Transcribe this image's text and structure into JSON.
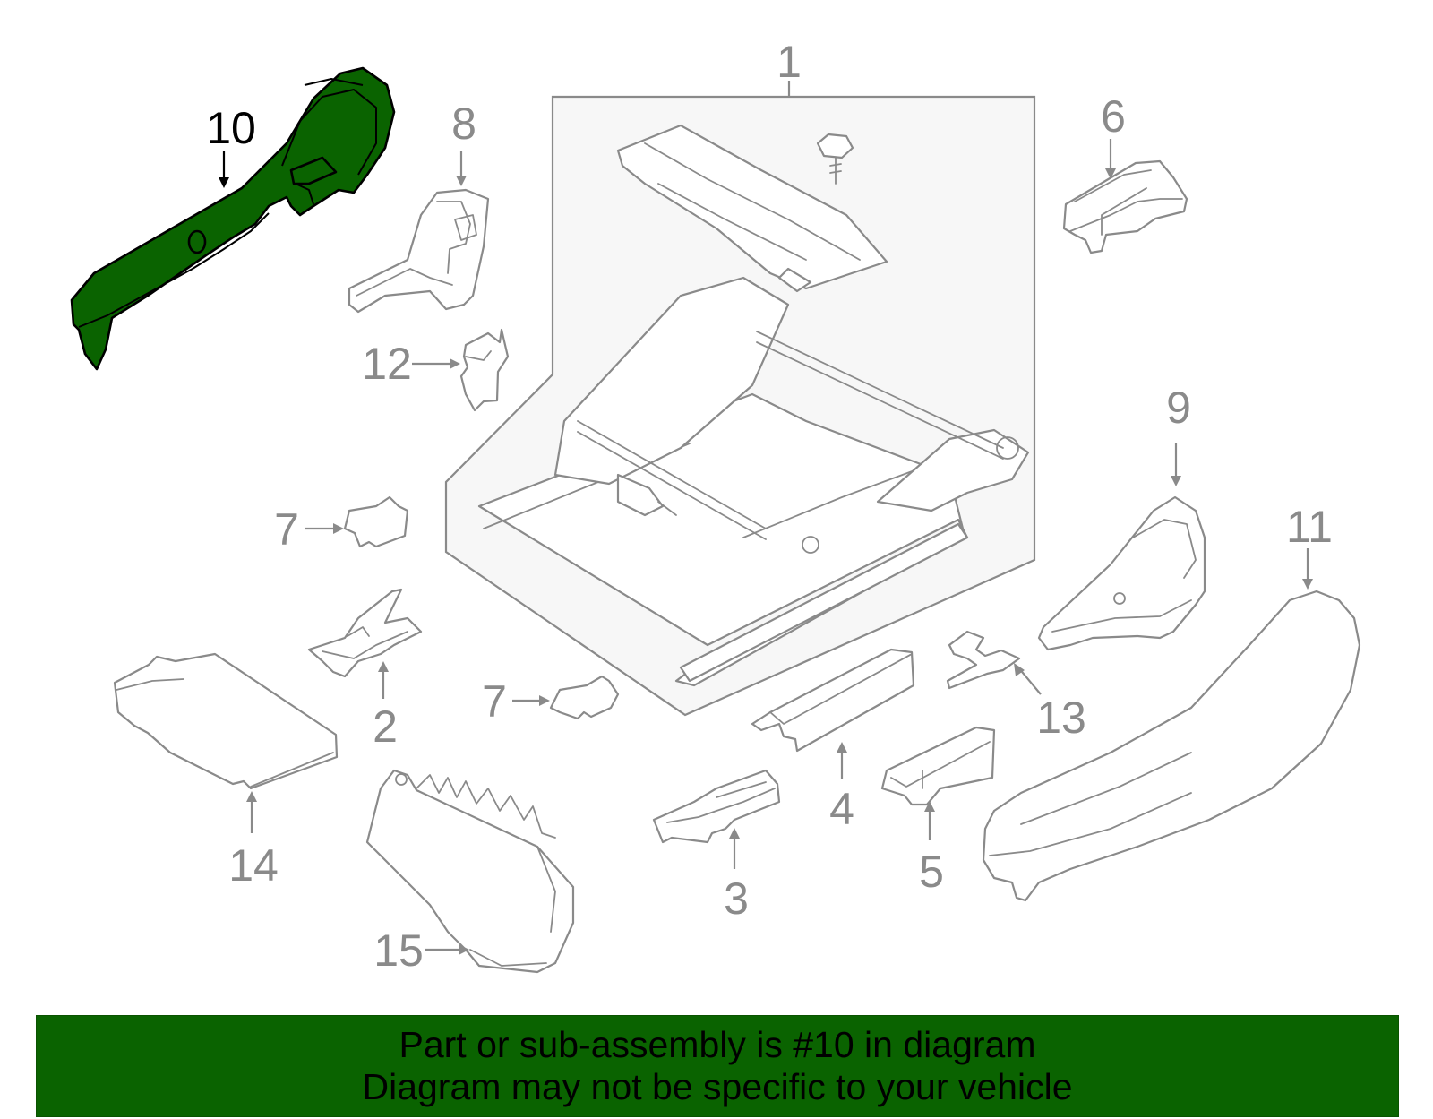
{
  "diagram": {
    "highlighted_part": "10",
    "highlight_color": "#0a6300",
    "callouts": {
      "c1": "1",
      "c2": "2",
      "c3": "3",
      "c4": "4",
      "c5": "5",
      "c6": "6",
      "c7a": "7",
      "c7b": "7",
      "c8": "8",
      "c9": "9",
      "c10": "10",
      "c11": "11",
      "c12": "12",
      "c13": "13",
      "c14": "14",
      "c15": "15"
    }
  },
  "banner": {
    "line1": "Part or sub-assembly is #10 in diagram",
    "line2": "Diagram may not be specific to your vehicle",
    "background": "#0a6300"
  }
}
